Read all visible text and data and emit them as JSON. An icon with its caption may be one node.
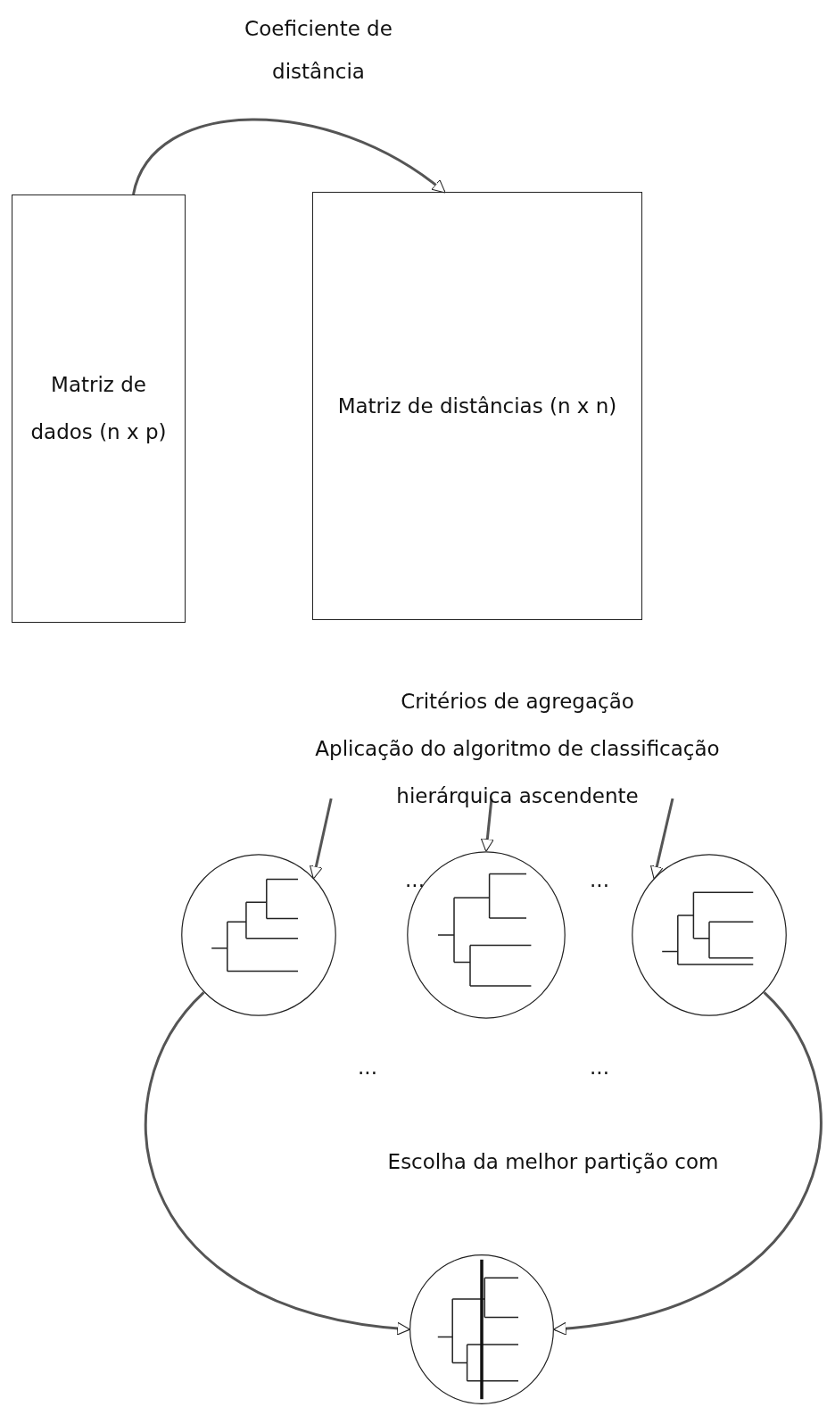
{
  "diagram": {
    "nodes": [
      {
        "text": [
          "Matriz de dados (n x p)"
        ]
      },
      {
        "text": [
          "Matriz de distâncias (n x n)"
        ]
      },
      {
        "text": [
          "Critérios de agregação",
          "Aplicação do algoritmo de classificação hierárquica ascendente"
        ]
      },
      {
        "text": [],
        "shape": "circle"
      },
      {
        "text": [],
        "shape": "circle"
      },
      {
        "text": [],
        "shape": "circle"
      },
      {
        "text": [],
        "shape": "circle"
      }
    ],
    "edges": [
      {
        "from": 0,
        "to": 1,
        "arrow": "to",
        "label": "Coeficiente de distância"
      },
      {
        "from": 2,
        "to": 3,
        "arrow": "to"
      },
      {
        "from": 2,
        "to": 4,
        "arrow": "to"
      },
      {
        "from": 2,
        "to": 5,
        "arrow": "to"
      },
      {
        "from": 3,
        "to": 6,
        "arrow": "to"
      },
      {
        "from": 5,
        "to": 6,
        "arrow": "to"
      }
    ],
    "labels": [
      "...",
      "...",
      "...",
      "...",
      "Escolha da melhor partição com"
    ]
  }
}
